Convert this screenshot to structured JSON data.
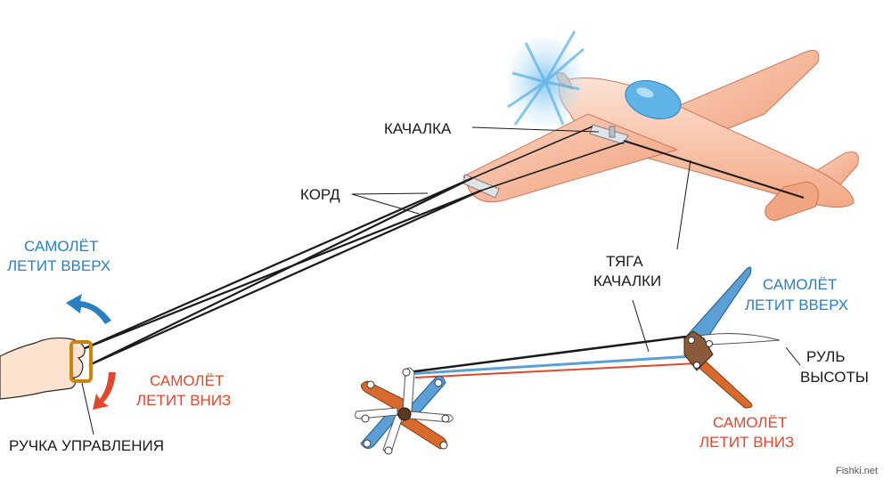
{
  "labels": {
    "kachalka": "КАЧАЛКА",
    "kord": "КОРД",
    "tyaga_line1": "ТЯГА",
    "tyaga_line2": "КАЧАЛКИ",
    "up_left_line1": "САМОЛЁТ",
    "up_left_line2": "ЛЕТИТ ВВЕРХ",
    "down_left_line1": "САМОЛЁТ",
    "down_left_line2": "ЛЕТИТ ВНИЗ",
    "up_right_line1": "САМОЛЁТ",
    "up_right_line2": "ЛЕТИТ ВВЕРХ",
    "down_right_line1": "САМОЛЁТ",
    "down_right_line2": "ЛЕТИТ ВНИЗ",
    "rul_line1": "РУЛЬ",
    "rul_line2": "ВЫСОТЫ",
    "handle": "РУЧКА УПРАВЛЕНИЯ"
  },
  "watermark": "Fishki.net",
  "colors": {
    "up": "#2a7fc0",
    "down": "#e0482c",
    "plane": "#f6b596",
    "plane_stroke": "#c9795a",
    "canopy": "#5fb3e6",
    "line": "#1a1a1a",
    "blue_link": "#5b9fd6",
    "orange_link": "#d96a2e"
  }
}
